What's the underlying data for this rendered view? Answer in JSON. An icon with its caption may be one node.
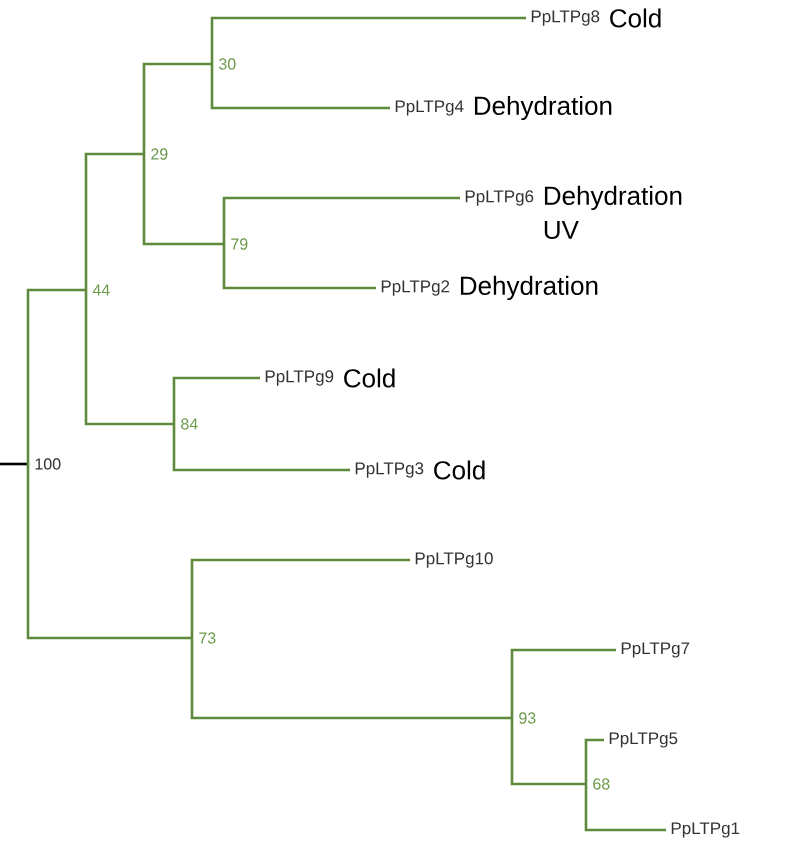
{
  "diagram": {
    "nodes": [
      {
        "text": [
          "100"
        ]
      },
      {
        "text": [
          "44"
        ]
      },
      {
        "text": [
          "29"
        ]
      },
      {
        "text": [
          "30"
        ]
      },
      {
        "text": [
          "PpLTPg8"
        ],
        "beside": [
          "Cold"
        ]
      },
      {
        "text": [
          "PpLTPg4"
        ],
        "beside": [
          "Dehydration"
        ]
      },
      {
        "text": [
          "79"
        ]
      },
      {
        "text": [
          "PpLTPg6"
        ],
        "beside": [
          "Dehydration",
          "UV"
        ]
      },
      {
        "text": [
          "PpLTPg2"
        ],
        "beside": [
          "Dehydration"
        ]
      },
      {
        "text": [
          "84"
        ]
      },
      {
        "text": [
          "PpLTPg9"
        ],
        "beside": [
          "Cold"
        ]
      },
      {
        "text": [
          "PpLTPg3"
        ],
        "beside": [
          "Cold"
        ]
      },
      {
        "text": [
          "73"
        ]
      },
      {
        "text": [
          "PpLTPg10"
        ]
      },
      {
        "text": [
          "93"
        ]
      },
      {
        "text": [
          "PpLTPg7"
        ]
      },
      {
        "text": [
          "68"
        ]
      },
      {
        "text": [
          "PpLTPg5"
        ]
      },
      {
        "text": [
          "PpLTPg1"
        ]
      }
    ],
    "edges": [
      {
        "from": null,
        "to": 0,
        "arrow": "none",
        "color": "#000000"
      },
      {
        "from": 0,
        "to": 1,
        "arrow": "none"
      },
      {
        "from": 0,
        "to": 12,
        "arrow": "none"
      },
      {
        "from": 1,
        "to": 2,
        "arrow": "none"
      },
      {
        "from": 1,
        "to": 9,
        "arrow": "none"
      },
      {
        "from": 2,
        "to": 3,
        "arrow": "none"
      },
      {
        "from": 2,
        "to": 6,
        "arrow": "none"
      },
      {
        "from": 3,
        "to": 4,
        "arrow": "none"
      },
      {
        "from": 3,
        "to": 5,
        "arrow": "none"
      },
      {
        "from": 6,
        "to": 7,
        "arrow": "none"
      },
      {
        "from": 6,
        "to": 8,
        "arrow": "none"
      },
      {
        "from": 9,
        "to": 10,
        "arrow": "none"
      },
      {
        "from": 9,
        "to": 11,
        "arrow": "none"
      },
      {
        "from": 12,
        "to": 13,
        "arrow": "none"
      },
      {
        "from": 12,
        "to": 14,
        "arrow": "none"
      },
      {
        "from": 14,
        "to": 15,
        "arrow": "none"
      },
      {
        "from": 14,
        "to": 16,
        "arrow": "none"
      },
      {
        "from": 16,
        "to": 17,
        "arrow": "none"
      },
      {
        "from": 16,
        "to": 18,
        "arrow": "none"
      }
    ]
  }
}
